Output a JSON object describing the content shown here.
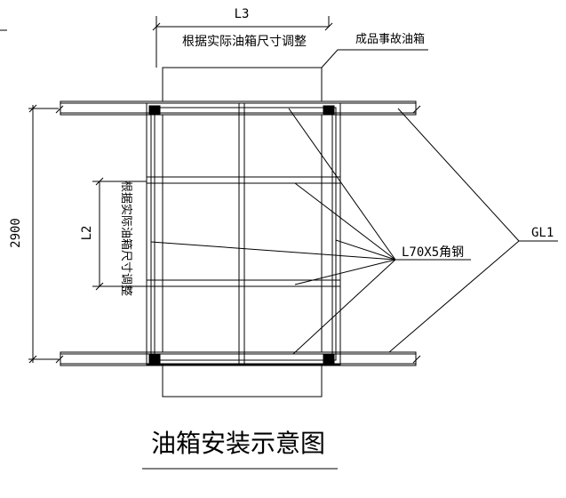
{
  "drawing": {
    "title": "油箱安装示意图",
    "dimensions": {
      "top_width_label": "L3",
      "top_width_note": "根据实际油箱尺寸调整",
      "left_height_label": "L2",
      "left_height_note": "根据实际油箱尺寸调整",
      "overall_height": "2900"
    },
    "callouts": {
      "tank": "成品事故油箱",
      "angle_steel": "L70X5角钢",
      "beam": "GL1"
    }
  }
}
